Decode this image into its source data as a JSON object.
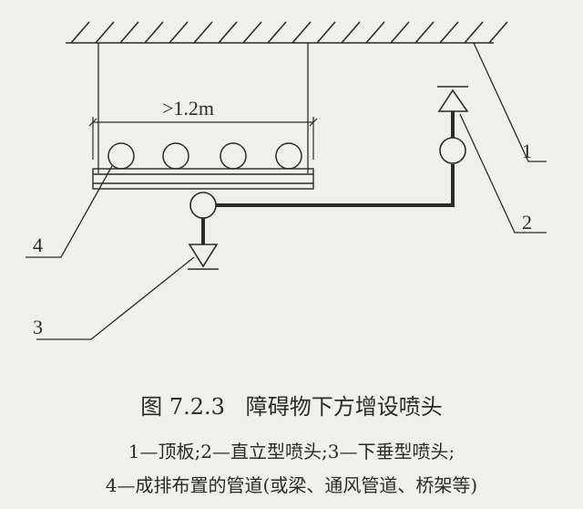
{
  "diagram": {
    "dimension_label": ">1.2m",
    "callouts": [
      "1",
      "2",
      "3",
      "4"
    ]
  },
  "caption": {
    "title": "图 7.2.3   障碍物下方增设喷头",
    "legend_line1": "1—顶板;2—直立型喷头;3—下垂型喷头;",
    "legend_line2": "4—成排布置的管道(或梁、通风管道、桥架等)"
  },
  "colors": {
    "line": "#2a2a2a",
    "background": "#efefeb"
  }
}
